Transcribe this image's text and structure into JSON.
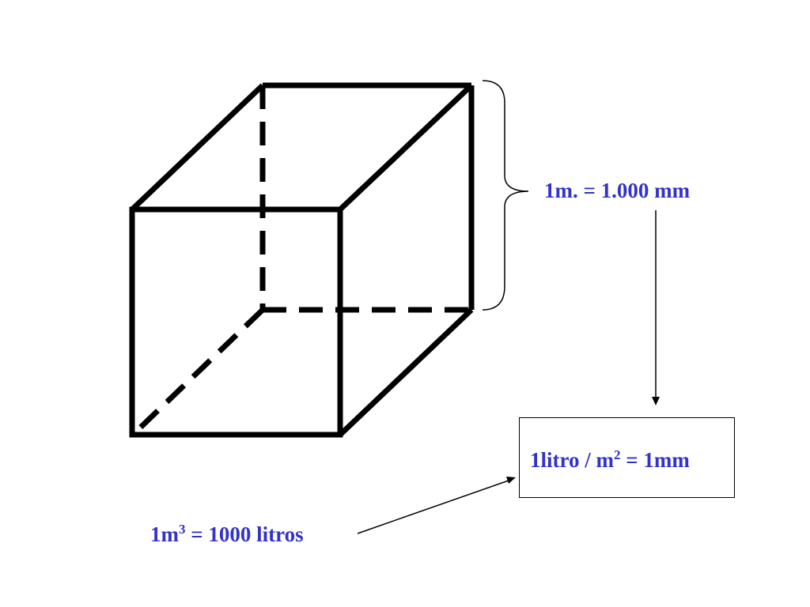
{
  "labels": {
    "edge": {
      "text": "1m. = 1.000 mm"
    },
    "volume": {
      "prefix": "1m",
      "sup": "3",
      "suffix": " = 1000 litros"
    },
    "result": {
      "prefix": "1litro / m",
      "sup": "2",
      "suffix": " = 1mm"
    }
  },
  "colors": {
    "label_text": "#3333cc",
    "lines": "#000000"
  }
}
